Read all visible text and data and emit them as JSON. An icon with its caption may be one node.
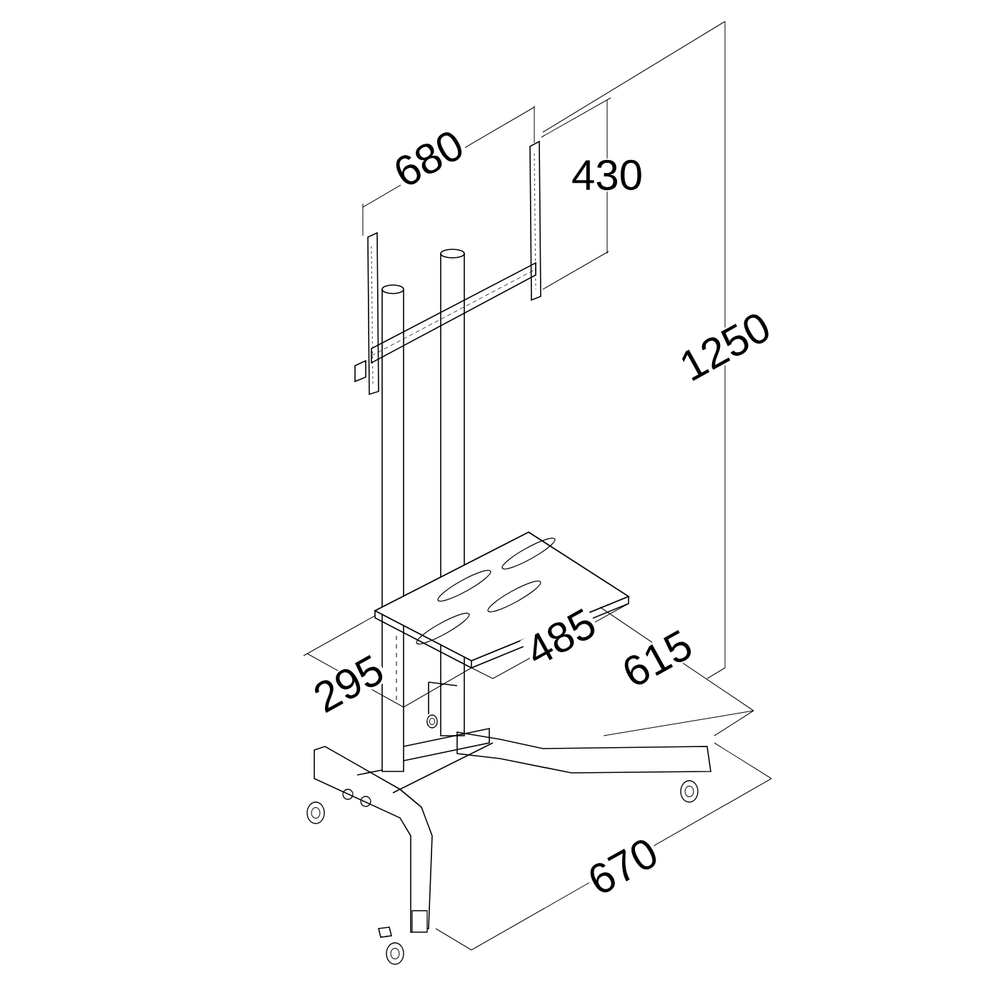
{
  "diagram": {
    "labels": [
      "680",
      "430",
      "1250",
      "295",
      "485",
      "615",
      "670"
    ]
  }
}
